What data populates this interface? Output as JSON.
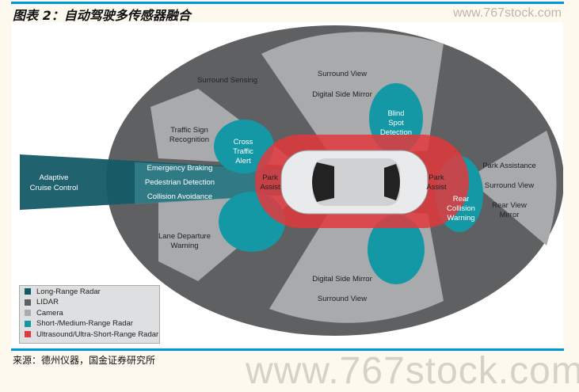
{
  "title": "图表 2：自动驾驶多传感器融合",
  "source": "来源：德州仪器，国金证券研究所",
  "watermark": "www.767stock.com",
  "watermark_small": "www.767stock.com",
  "labels": {
    "surround_sensing": "Surround Sensing",
    "surround_view_top": "Surround View",
    "digital_side_mirror_top": "Digital Side Mirror",
    "blind_spot_1": "Blind",
    "blind_spot_2": "Spot",
    "blind_spot_3": "Detection",
    "traffic_sign_1": "Traffic Sign",
    "traffic_sign_2": "Recognition",
    "cross_traffic_1": "Cross",
    "cross_traffic_2": "Traffic",
    "cross_traffic_3": "Alert",
    "acc_1": "Adaptive",
    "acc_2": "Cruise Control",
    "emergency_braking": "Emergency Braking",
    "pedestrian_detection": "Pedestrian Detection",
    "collision_avoidance": "Collision Avoidance",
    "park_assist_front_1": "Park",
    "park_assist_front_2": "Assist",
    "park_assist_rear_1": "Park",
    "park_assist_rear_2": "Assist",
    "rear_collision_1": "Rear",
    "rear_collision_2": "Collision",
    "rear_collision_3": "Warning",
    "park_assistance": "Park Assistance",
    "surround_view_right": "Surround View",
    "rear_view_1": "Rear View",
    "rear_view_2": "Mirror",
    "lane_departure_1": "Lane Departure",
    "lane_departure_2": "Warning",
    "digital_side_mirror_bottom": "Digital Side Mirror",
    "surround_view_bottom": "Surround View"
  },
  "legend": [
    {
      "label": "Long-Range Radar",
      "color": "#145a66"
    },
    {
      "label": "LIDAR",
      "color": "#5f6062"
    },
    {
      "label": "Camera",
      "color": "#a9aaac"
    },
    {
      "label": "Short-/Medium-Range Radar",
      "color": "#1598a6"
    },
    {
      "label": "Ultrasound/Ultra-Short-Range Radar",
      "color": "#e2383c"
    }
  ]
}
